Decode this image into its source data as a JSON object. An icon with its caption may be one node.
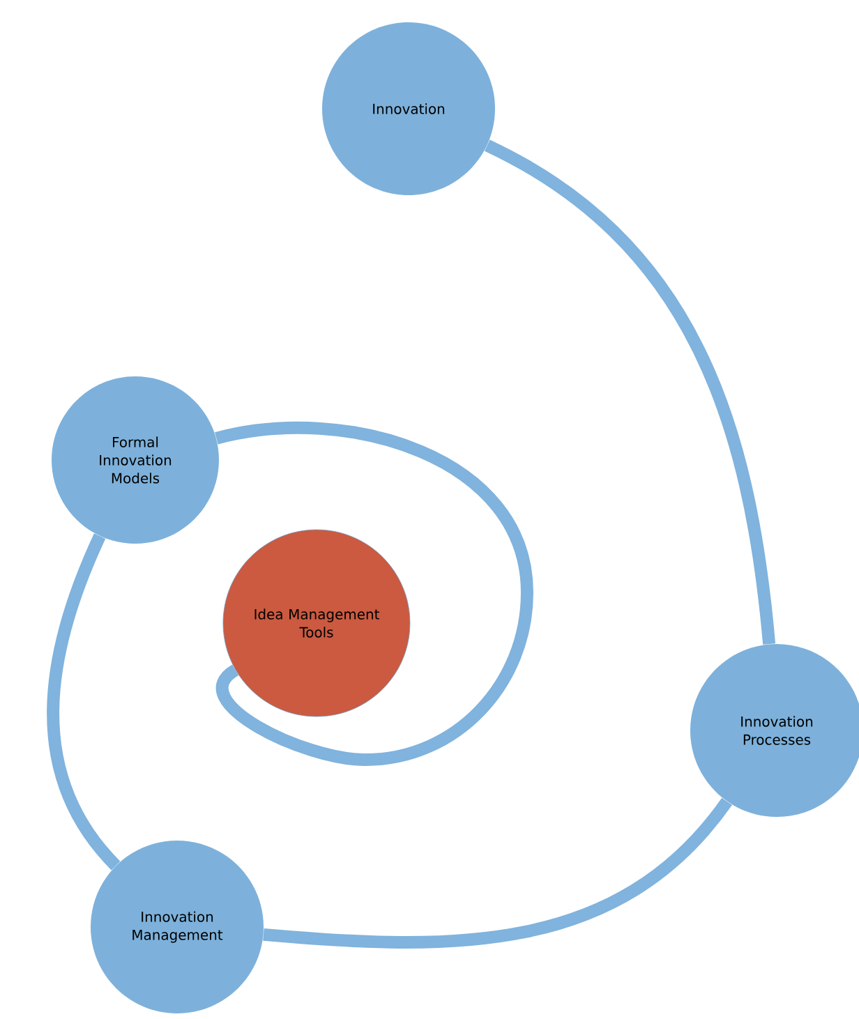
{
  "diagram": {
    "nodes": [
      {
        "text": [
          "Innovation"
        ]
      },
      {
        "text": [
          "Innovation Processes"
        ]
      },
      {
        "text": [
          "Innovation Management"
        ]
      },
      {
        "text": [
          "Formal Innovation Models"
        ]
      },
      {
        "text": [
          "Idea Management Tools"
        ]
      }
    ],
    "edges": [
      {
        "from": 0,
        "to": 1,
        "arrow": "none"
      },
      {
        "from": 1,
        "to": 2,
        "arrow": "none"
      },
      {
        "from": 2,
        "to": 3,
        "arrow": "none"
      },
      {
        "from": 3,
        "to": 4,
        "arrow": "none"
      }
    ]
  }
}
